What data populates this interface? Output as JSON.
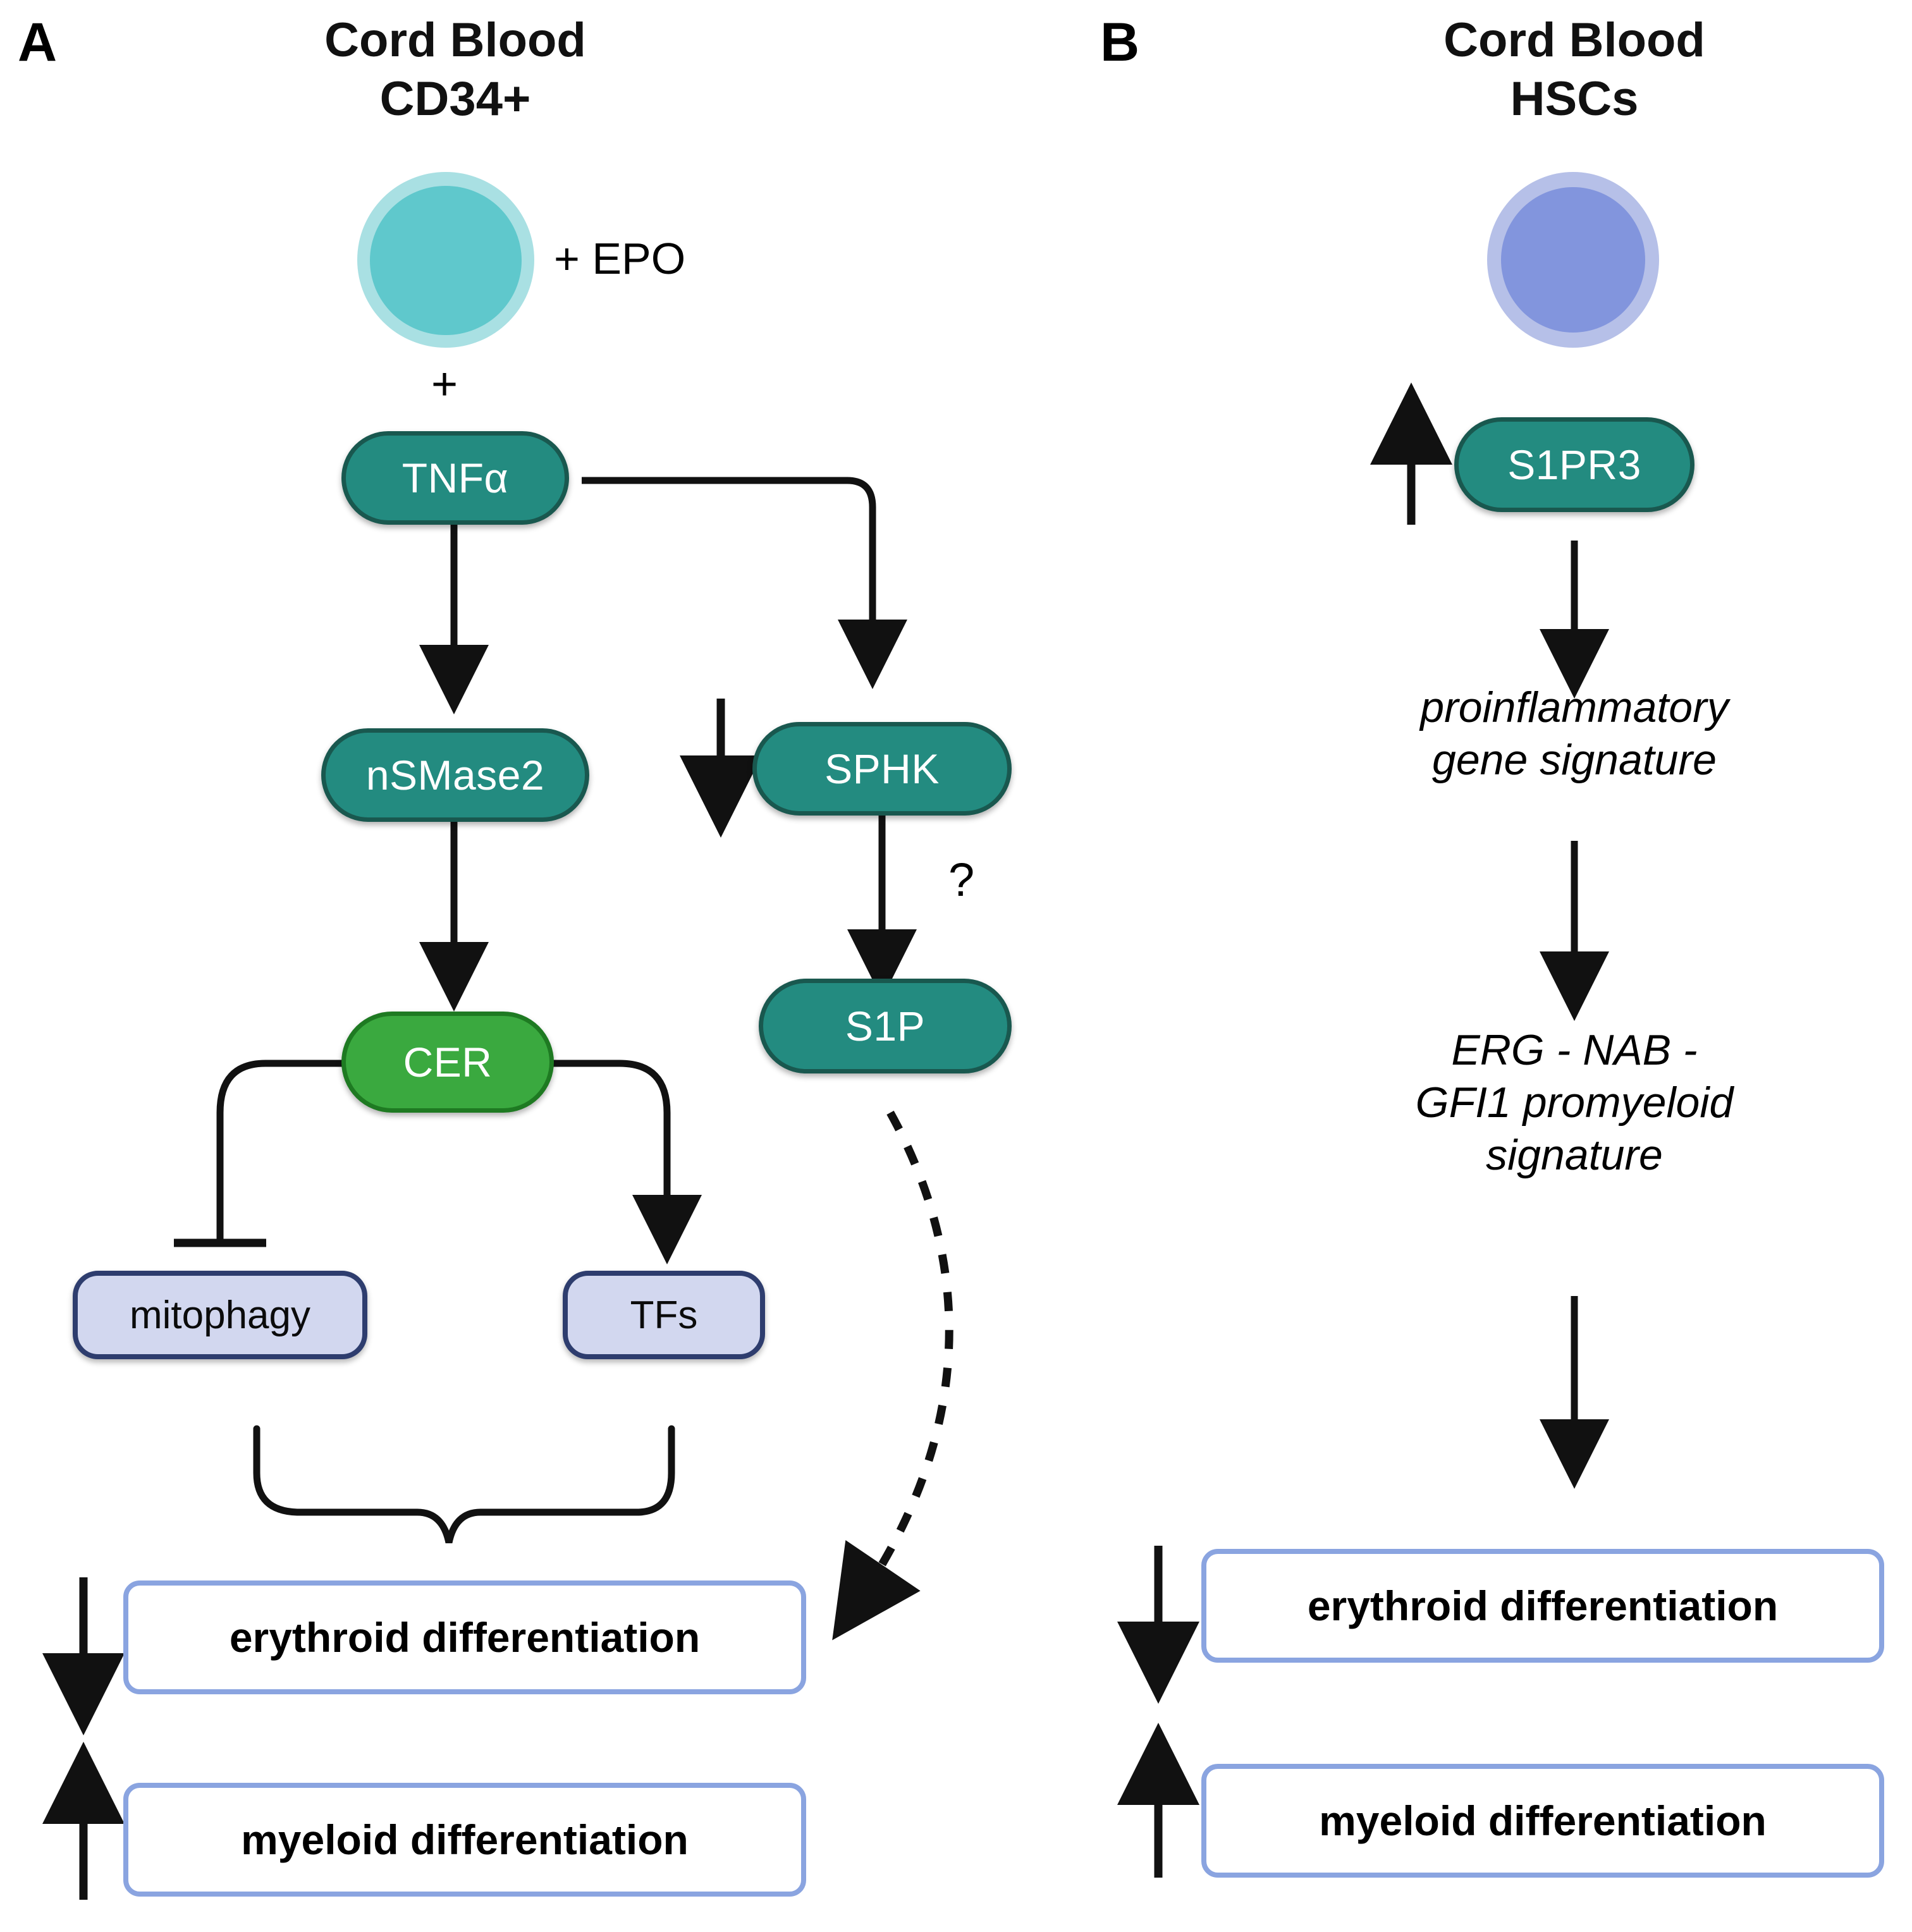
{
  "figure": {
    "background": "#ffffff",
    "colors": {
      "teal_fill": "#238b80",
      "teal_stroke": "#19584f",
      "green_fill": "#3aa93f",
      "green_stroke": "#1e7a22",
      "lavender_fill": "#d2d7ef",
      "lavender_stroke": "#2e3d6e",
      "outcome_stroke": "#8aa4e0",
      "cyan_cell": "#5fc8cc",
      "cyan_cell_halo": "#a9e0e3",
      "blue_cell": "#8295dd",
      "blue_cell_halo": "#b6c0e8",
      "line": "#111111"
    }
  },
  "panelA": {
    "letter": "A",
    "title": "Cord Blood\nCD34+",
    "cell_label": "cord-blood-cd34-cell",
    "epo_label": "+ EPO",
    "plus_symbol": "+",
    "nodes": {
      "tnfa": "TNFα",
      "nsmase2": "nSMase2",
      "sphk": "SPHK",
      "cer": "CER",
      "s1p": "S1P",
      "mitophagy": "mitophagy",
      "tfs": "TFs"
    },
    "question_mark": "?",
    "sphk_change": "down",
    "outcomes": [
      {
        "label": "erythroid differentiation",
        "direction": "down"
      },
      {
        "label": "myeloid differentiation",
        "direction": "up"
      }
    ]
  },
  "panelB": {
    "letter": "B",
    "title": "Cord Blood\nHSCs",
    "cell_label": "cord-blood-hsc-cell",
    "nodes": {
      "s1pr3": "S1PR3"
    },
    "s1pr3_change": "up",
    "texts": {
      "signature1": "proinflammatory\ngene signature",
      "signature2": "ERG - NAB -\nGFI1 promyeloid\nsignature"
    },
    "outcomes": [
      {
        "label": "erythroid differentiation",
        "direction": "down"
      },
      {
        "label": "myeloid differentiation",
        "direction": "up"
      }
    ]
  }
}
